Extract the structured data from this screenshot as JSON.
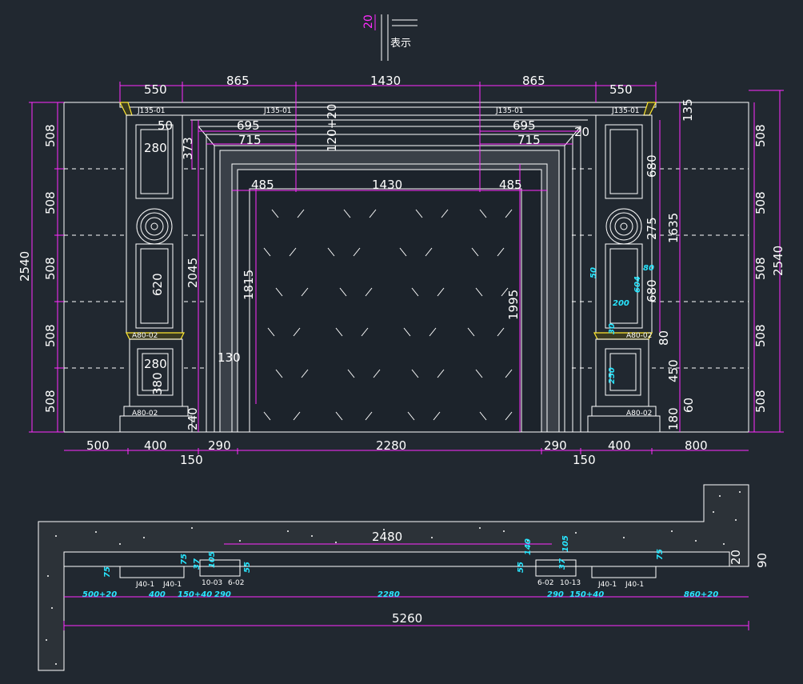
{
  "legend": {
    "dim": "20",
    "label": "表示"
  },
  "top_dims": [
    "550",
    "865",
    "1430",
    "865",
    "550"
  ],
  "labels_j135": [
    "J135-01",
    "J135-01",
    "J135-01",
    "J135-01"
  ],
  "inner_dims": {
    "d695_l": "695",
    "d695_r": "695",
    "d715_l": "715",
    "d715_r": "715",
    "d120": "120+20",
    "d20": "20",
    "d485_l": "485",
    "d1430": "1430",
    "d485_r": "485"
  },
  "left_pilaster": {
    "d280": "280",
    "d620": "620",
    "d280b": "280",
    "d380": "380",
    "d373": "373",
    "d2045": "2045",
    "d240": "240",
    "d130": "130",
    "d50": "50",
    "a80": "A80-02",
    "a80b": "A80-02"
  },
  "center": {
    "d1815": "1815",
    "d1995": "1995"
  },
  "right_pilaster": {
    "d680": "680",
    "d275": "275",
    "d1635": "1635",
    "d680b": "680",
    "d80": "80",
    "d450": "450",
    "d60": "60",
    "d180": "180",
    "c604": "604",
    "c200": "200",
    "c250": "250",
    "c30": "30",
    "c80": "80",
    "c50": "50",
    "a80": "A80-02",
    "a80b": "A80-02"
  },
  "left_rows": [
    "508",
    "508",
    "508",
    "508",
    "508"
  ],
  "left_total": "2540",
  "right_rows": [
    "508",
    "508",
    "508",
    "508",
    "508"
  ],
  "right_total": "2540",
  "top_right": "135",
  "bottom_dims": [
    "500",
    "400",
    "290",
    "2280",
    "290",
    "400",
    "800"
  ],
  "bottom_sub": [
    "150",
    "150"
  ],
  "plan": {
    "span": "2480",
    "total": "5260",
    "segs": [
      "500+20",
      "400",
      "150+40",
      "290",
      "2280",
      "290",
      "150+40",
      "860+20"
    ],
    "small": [
      "75",
      "75",
      "37",
      "105",
      "55",
      "140",
      "55",
      "37",
      "105",
      "75",
      "20",
      "90"
    ],
    "tags": [
      "J40-1",
      "J40-1",
      "10-03",
      "6-02",
      "6-02",
      "10-13",
      "J40-1",
      "J40-1"
    ]
  }
}
